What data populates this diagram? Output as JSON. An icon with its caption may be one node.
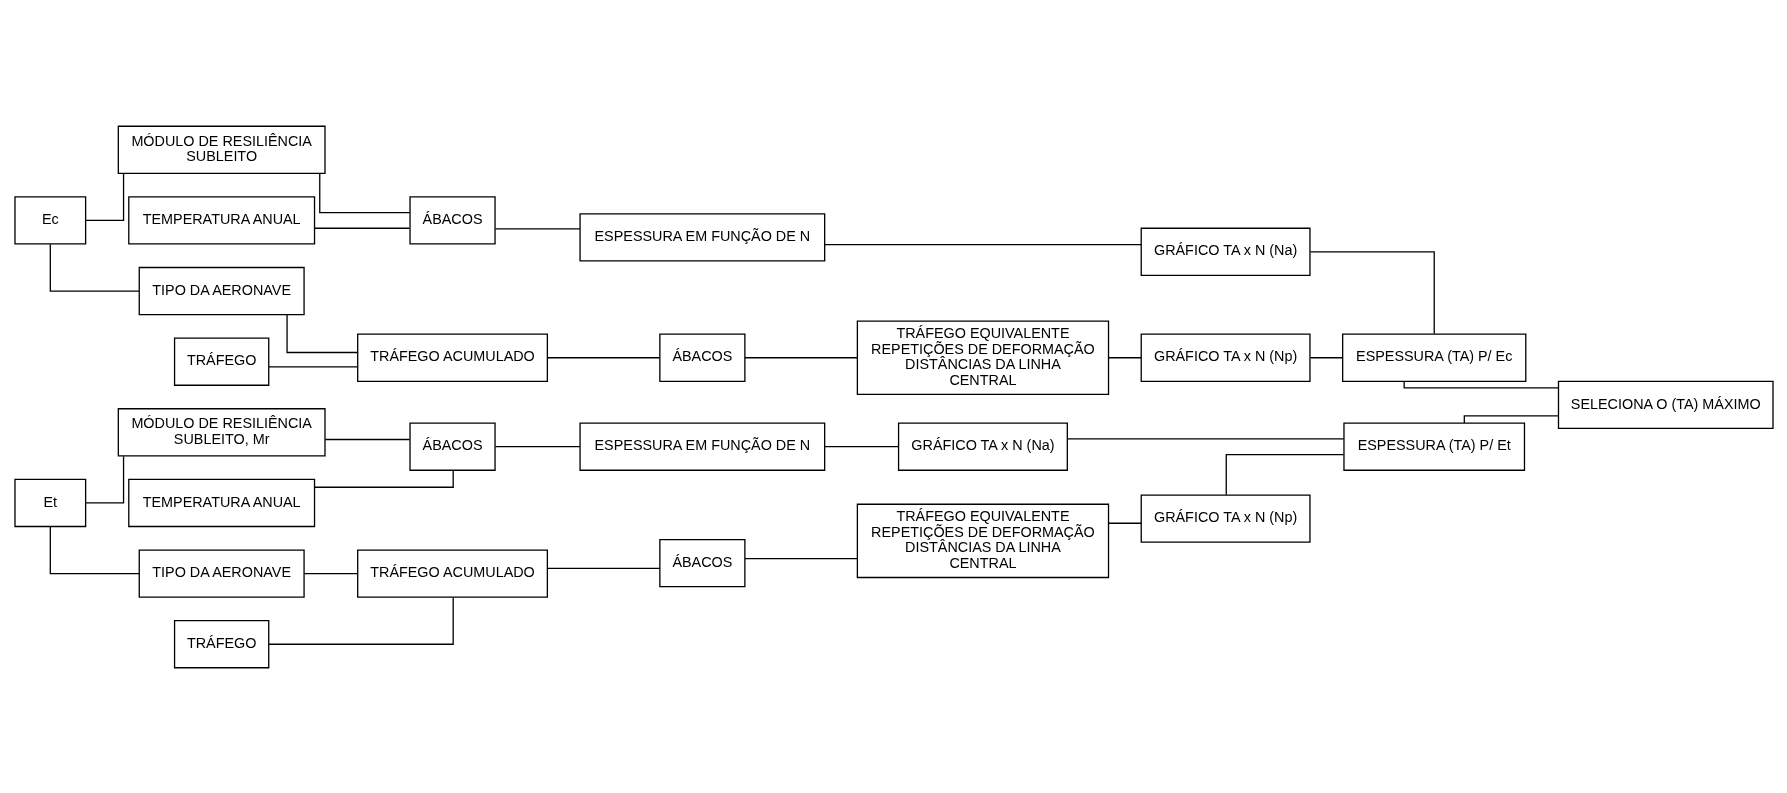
{
  "diagram": {
    "nodes": [
      {
        "text": [
          "Ec"
        ]
      },
      {
        "text": [
          "MÓDULO DE RESILIÊNCIA SUBLEITO"
        ]
      },
      {
        "text": [
          "TEMPERATURA ANUAL"
        ]
      },
      {
        "text": [
          "TRÁFEGO"
        ]
      },
      {
        "text": [
          "TIPO DA AERONAVE"
        ]
      },
      {
        "text": [
          "ÁBACOS"
        ]
      },
      {
        "text": [
          "ESPESSURA EM FUNÇÃO DE N"
        ]
      },
      {
        "text": [
          "GRÁFICO TA x N (Na)"
        ]
      },
      {
        "text": [
          "TRÁFEGO ACUMULADO"
        ]
      },
      {
        "text": [
          "ÁBACOS"
        ]
      },
      {
        "text": [
          "TRÁFEGO EQUIVALENTE REPETIÇÕES DE DEFORMAÇÃO DISTÂNCIAS DA LINHA CENTRAL"
        ]
      },
      {
        "text": [
          "GRÁFICO TA x N (Np)"
        ]
      },
      {
        "text": [
          "ESPESSURA (TA) P/ Ec"
        ]
      },
      {
        "text": [
          "Et"
        ]
      },
      {
        "text": [
          "MÓDULO DE RESILIÊNCIA SUBLEITO, Mr"
        ]
      },
      {
        "text": [
          "TEMPERATURA ANUAL"
        ]
      },
      {
        "text": [
          "TRÁFEGO"
        ]
      },
      {
        "text": [
          "TIPO DA AERONAVE"
        ]
      },
      {
        "text": [
          "ÁBACOS"
        ]
      },
      {
        "text": [
          "ESPESSURA EM FUNÇÃO DE N"
        ]
      },
      {
        "text": [
          "GRÁFICO TA x N (Na)"
        ]
      },
      {
        "text": [
          "TRÁFEGO ACUMULADO"
        ]
      },
      {
        "text": [
          "ÁBACOS"
        ]
      },
      {
        "text": [
          "TRÁFEGO EQUIVALENTE REPETIÇÕES DE DEFORMAÇÃO DISTÂNCIAS DA LINHA CENTRAL"
        ]
      },
      {
        "text": [
          "GRÁFICO TA x N (Np)"
        ]
      },
      {
        "text": [
          "ESPESSURA (TA) P/ Et"
        ]
      },
      {
        "text": [
          "SELECIONA O (TA) MÁXIMO"
        ]
      }
    ],
    "edges": [
      {
        "from": 0,
        "to": 1,
        "arrow": "none"
      },
      {
        "from": 0,
        "to": 4,
        "arrow": "none"
      },
      {
        "from": 1,
        "to": 5,
        "arrow": "none"
      },
      {
        "from": 2,
        "to": 5,
        "arrow": "none"
      },
      {
        "from": 5,
        "to": 6,
        "arrow": "none"
      },
      {
        "from": 6,
        "to": 7,
        "arrow": "none"
      },
      {
        "from": 3,
        "to": 8,
        "arrow": "none"
      },
      {
        "from": 4,
        "to": 8,
        "arrow": "none"
      },
      {
        "from": 8,
        "to": 9,
        "arrow": "none"
      },
      {
        "from": 9,
        "to": 10,
        "arrow": "none"
      },
      {
        "from": 10,
        "to": 11,
        "arrow": "none"
      },
      {
        "from": 7,
        "to": 12,
        "arrow": "none"
      },
      {
        "from": 11,
        "to": 12,
        "arrow": "none"
      },
      {
        "from": 13,
        "to": 14,
        "arrow": "none"
      },
      {
        "from": 13,
        "to": 17,
        "arrow": "none"
      },
      {
        "from": 14,
        "to": 18,
        "arrow": "none"
      },
      {
        "from": 15,
        "to": 18,
        "arrow": "none"
      },
      {
        "from": 18,
        "to": 19,
        "arrow": "none"
      },
      {
        "from": 19,
        "to": 20,
        "arrow": "none"
      },
      {
        "from": 16,
        "to": 21,
        "arrow": "none"
      },
      {
        "from": 17,
        "to": 21,
        "arrow": "none"
      },
      {
        "from": 21,
        "to": 22,
        "arrow": "none"
      },
      {
        "from": 22,
        "to": 23,
        "arrow": "none"
      },
      {
        "from": 23,
        "to": 24,
        "arrow": "none"
      },
      {
        "from": 20,
        "to": 25,
        "arrow": "none"
      },
      {
        "from": 24,
        "to": 25,
        "arrow": "none"
      },
      {
        "from": 12,
        "to": 26,
        "arrow": "none"
      },
      {
        "from": 25,
        "to": 26,
        "arrow": "none"
      }
    ]
  }
}
